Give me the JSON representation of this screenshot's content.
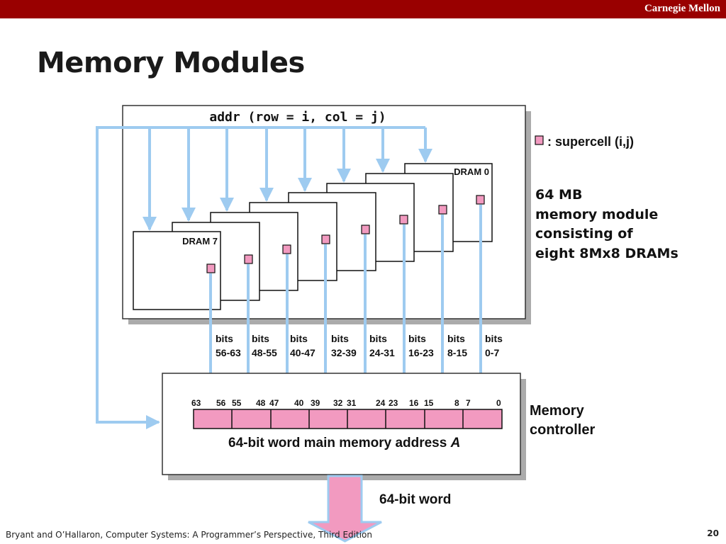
{
  "header": {
    "brand": "Carnegie Mellon"
  },
  "slide": {
    "title": "Memory Modules",
    "page_number": "20"
  },
  "footer": {
    "citation": "Bryant and O’Hallaron, Computer Systems: A Programmer’s Perspective, Third Edition"
  },
  "diagram": {
    "addr_label": "addr (row = i, col = j)",
    "legend_label": ": supercell (i,j)",
    "module_description": [
      "64 MB",
      "memory module",
      "consisting of",
      "eight 8Mx8 DRAMs"
    ],
    "dram_top_label": "DRAM 0",
    "dram_bottom_label": "DRAM 7",
    "bit_groups": [
      [
        "bits",
        "56-63"
      ],
      [
        "bits",
        "48-55"
      ],
      [
        "bits",
        "40-47"
      ],
      [
        "bits",
        "32-39"
      ],
      [
        "bits",
        "24-31"
      ],
      [
        "bits",
        "16-23"
      ],
      [
        "bits",
        "8-15"
      ],
      [
        "bits",
        "0-7"
      ]
    ],
    "bit_positions": [
      "63",
      "56",
      "55",
      "48",
      "47",
      "40",
      "39",
      "32",
      "31",
      "24",
      "23",
      "16",
      "15",
      "8",
      "7",
      "0"
    ],
    "controller_label": [
      "Memory",
      "controller"
    ],
    "word_label": "64-bit word main memory address",
    "word_label_var": "A",
    "output_label": "64-bit word"
  },
  "colors": {
    "arrow": "#9ecbf0",
    "supercell": "#f29ac0",
    "header": "#990000"
  }
}
